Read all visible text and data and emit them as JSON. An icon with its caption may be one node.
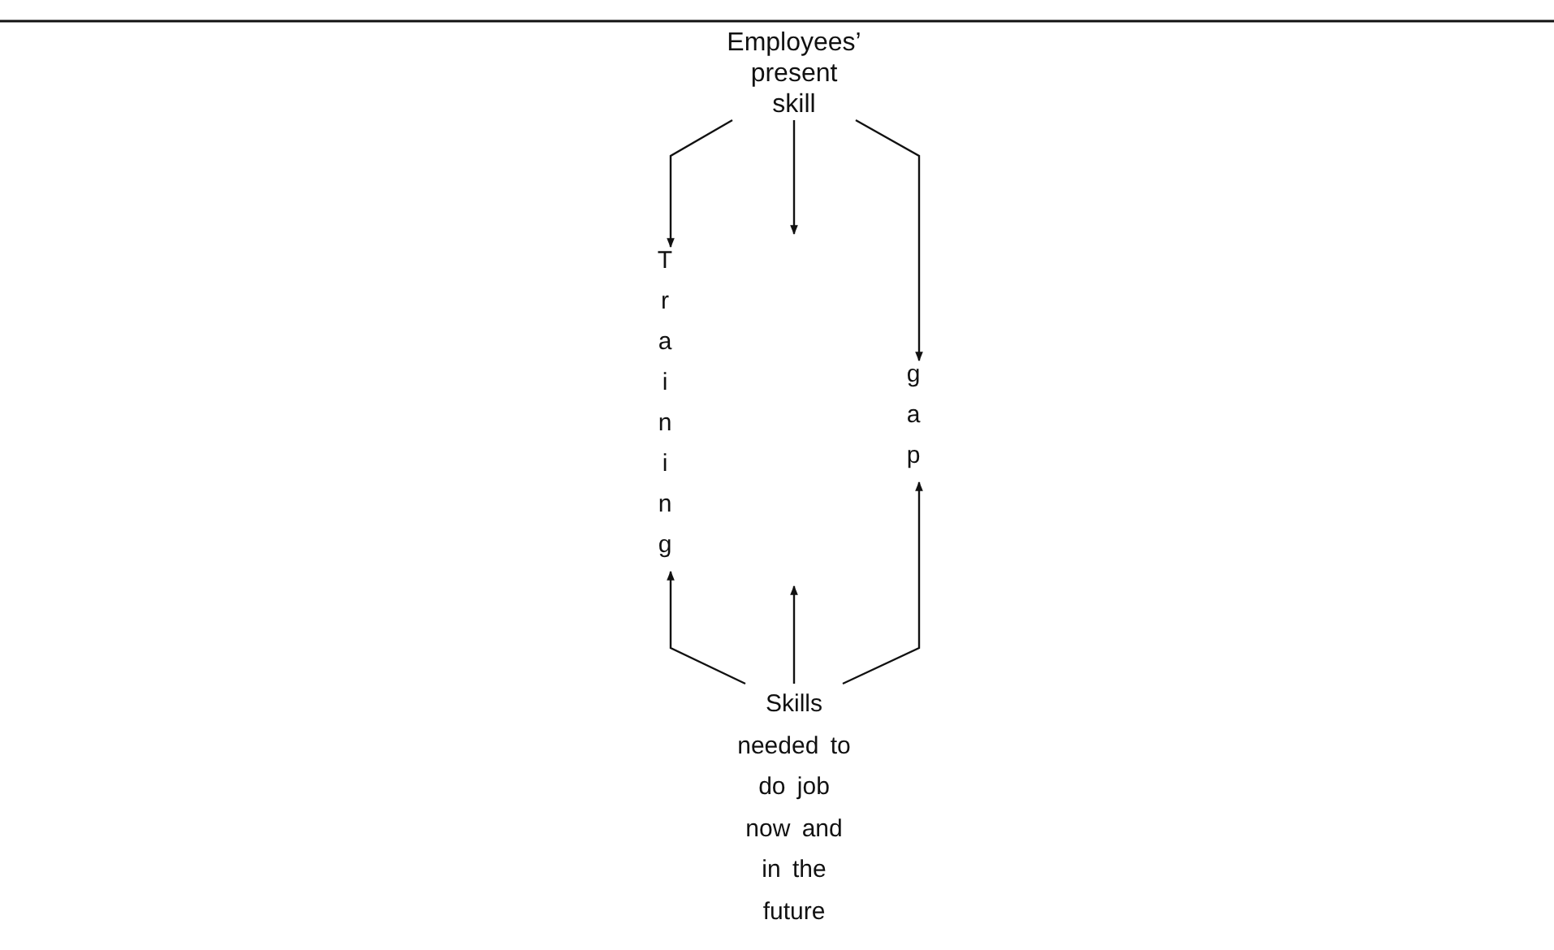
{
  "diagram": {
    "nodes": [
      {
        "text": [
          "Employees’ present skill"
        ]
      },
      {
        "text": [
          "Training"
        ]
      },
      {
        "text": [
          "gap"
        ]
      },
      {
        "text": [
          "Skills needed to do job now and in the future"
        ]
      }
    ],
    "edges": [
      {
        "from": 0,
        "to": 1,
        "arrow": "to"
      },
      {
        "from": 0,
        "to": null,
        "arrow": "to"
      },
      {
        "from": 0,
        "to": 2,
        "arrow": "to"
      },
      {
        "from": 3,
        "to": 1,
        "arrow": "to"
      },
      {
        "from": 3,
        "to": null,
        "arrow": "to"
      },
      {
        "from": 3,
        "to": 2,
        "arrow": "to"
      }
    ]
  }
}
